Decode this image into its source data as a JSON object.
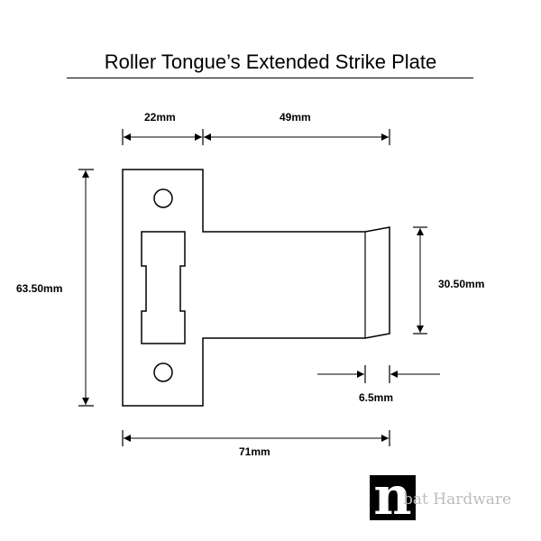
{
  "title": "Roller Tongue’s Extended Strike Plate",
  "dimensions": {
    "plate_width": "22mm",
    "tongue_length": "49mm",
    "height": "63.50mm",
    "tongue_height": "30.50mm",
    "lip": "6.5mm",
    "overall_width": "71mm"
  },
  "logo": {
    "mark": "n",
    "text": "bat Hardware"
  }
}
